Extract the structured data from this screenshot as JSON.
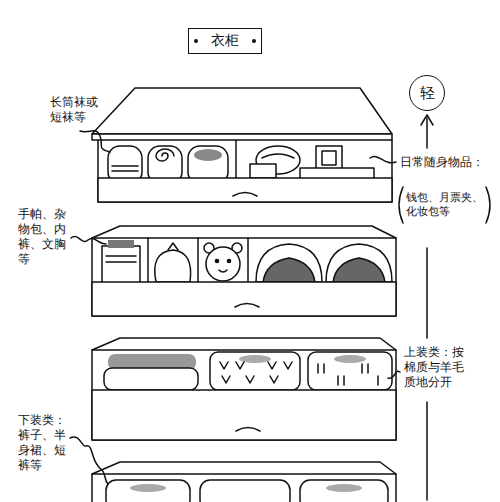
{
  "diagram": {
    "title": "衣柜",
    "nodes": [
      {
        "text": [
          "轻"
        ]
      }
    ],
    "labels": [
      "长筒袜或短袜等",
      "日常随身物品：",
      "钱包、月票夹、化妆包等",
      "手帕、杂物包、内裤、文胸等",
      "上装类：按棉质与羊毛质地分开",
      "下装类：裤子、半身裙、短裤等"
    ]
  }
}
